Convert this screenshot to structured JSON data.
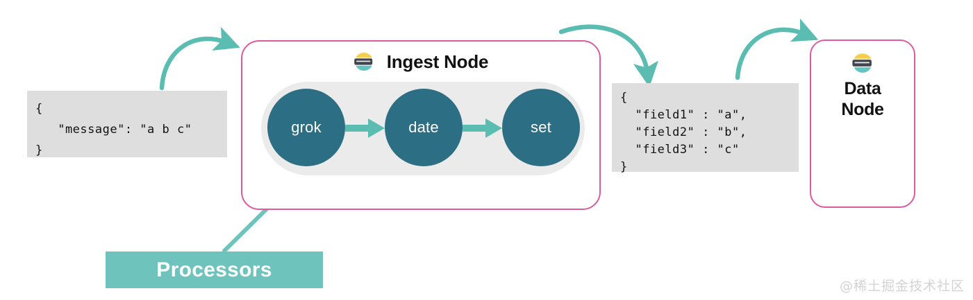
{
  "colors": {
    "pink_border": "#dd5a9e",
    "teal_accent": "#6ec4bd",
    "teal_arrow": "#5bbdb2",
    "circle_fill": "#2c6e84",
    "code_bg": "#dedede",
    "pill_bg": "#ebebeb",
    "logo_yellow": "#f5ce4f",
    "logo_dark": "#42454f",
    "logo_teal": "#62c5bf",
    "watermark": "#d3d3d3"
  },
  "input_document": {
    "label": "input-json-document",
    "text": "{\n   \"message\": \"a b c\"\n}"
  },
  "ingest_node": {
    "title": "Ingest Node",
    "logo": "elastic-logo-icon",
    "processors": [
      {
        "name": "grok"
      },
      {
        "name": "date"
      },
      {
        "name": "set"
      }
    ],
    "connector_icon": "arrow-right-icon"
  },
  "processors_callout": {
    "label": "Processors",
    "pointer_icon": "arrow-up-right-icon"
  },
  "output_document": {
    "label": "output-json-document",
    "text": "{\n  \"field1\" : \"a\",\n  \"field2\" : \"b\",\n  \"field3\" : \"c\"\n}"
  },
  "data_node": {
    "title": "Data\nNode",
    "title_line1": "Data",
    "title_line2": "Node",
    "logo": "elastic-logo-icon"
  },
  "flow_arrows": [
    {
      "name": "arrow-input-to-ingest",
      "icon": "curved-arrow-icon"
    },
    {
      "name": "arrow-ingest-to-output",
      "icon": "curved-arrow-icon"
    },
    {
      "name": "arrow-output-to-data-node",
      "icon": "curved-arrow-icon"
    }
  ],
  "watermark": {
    "text": "@稀土掘金技术社区"
  }
}
